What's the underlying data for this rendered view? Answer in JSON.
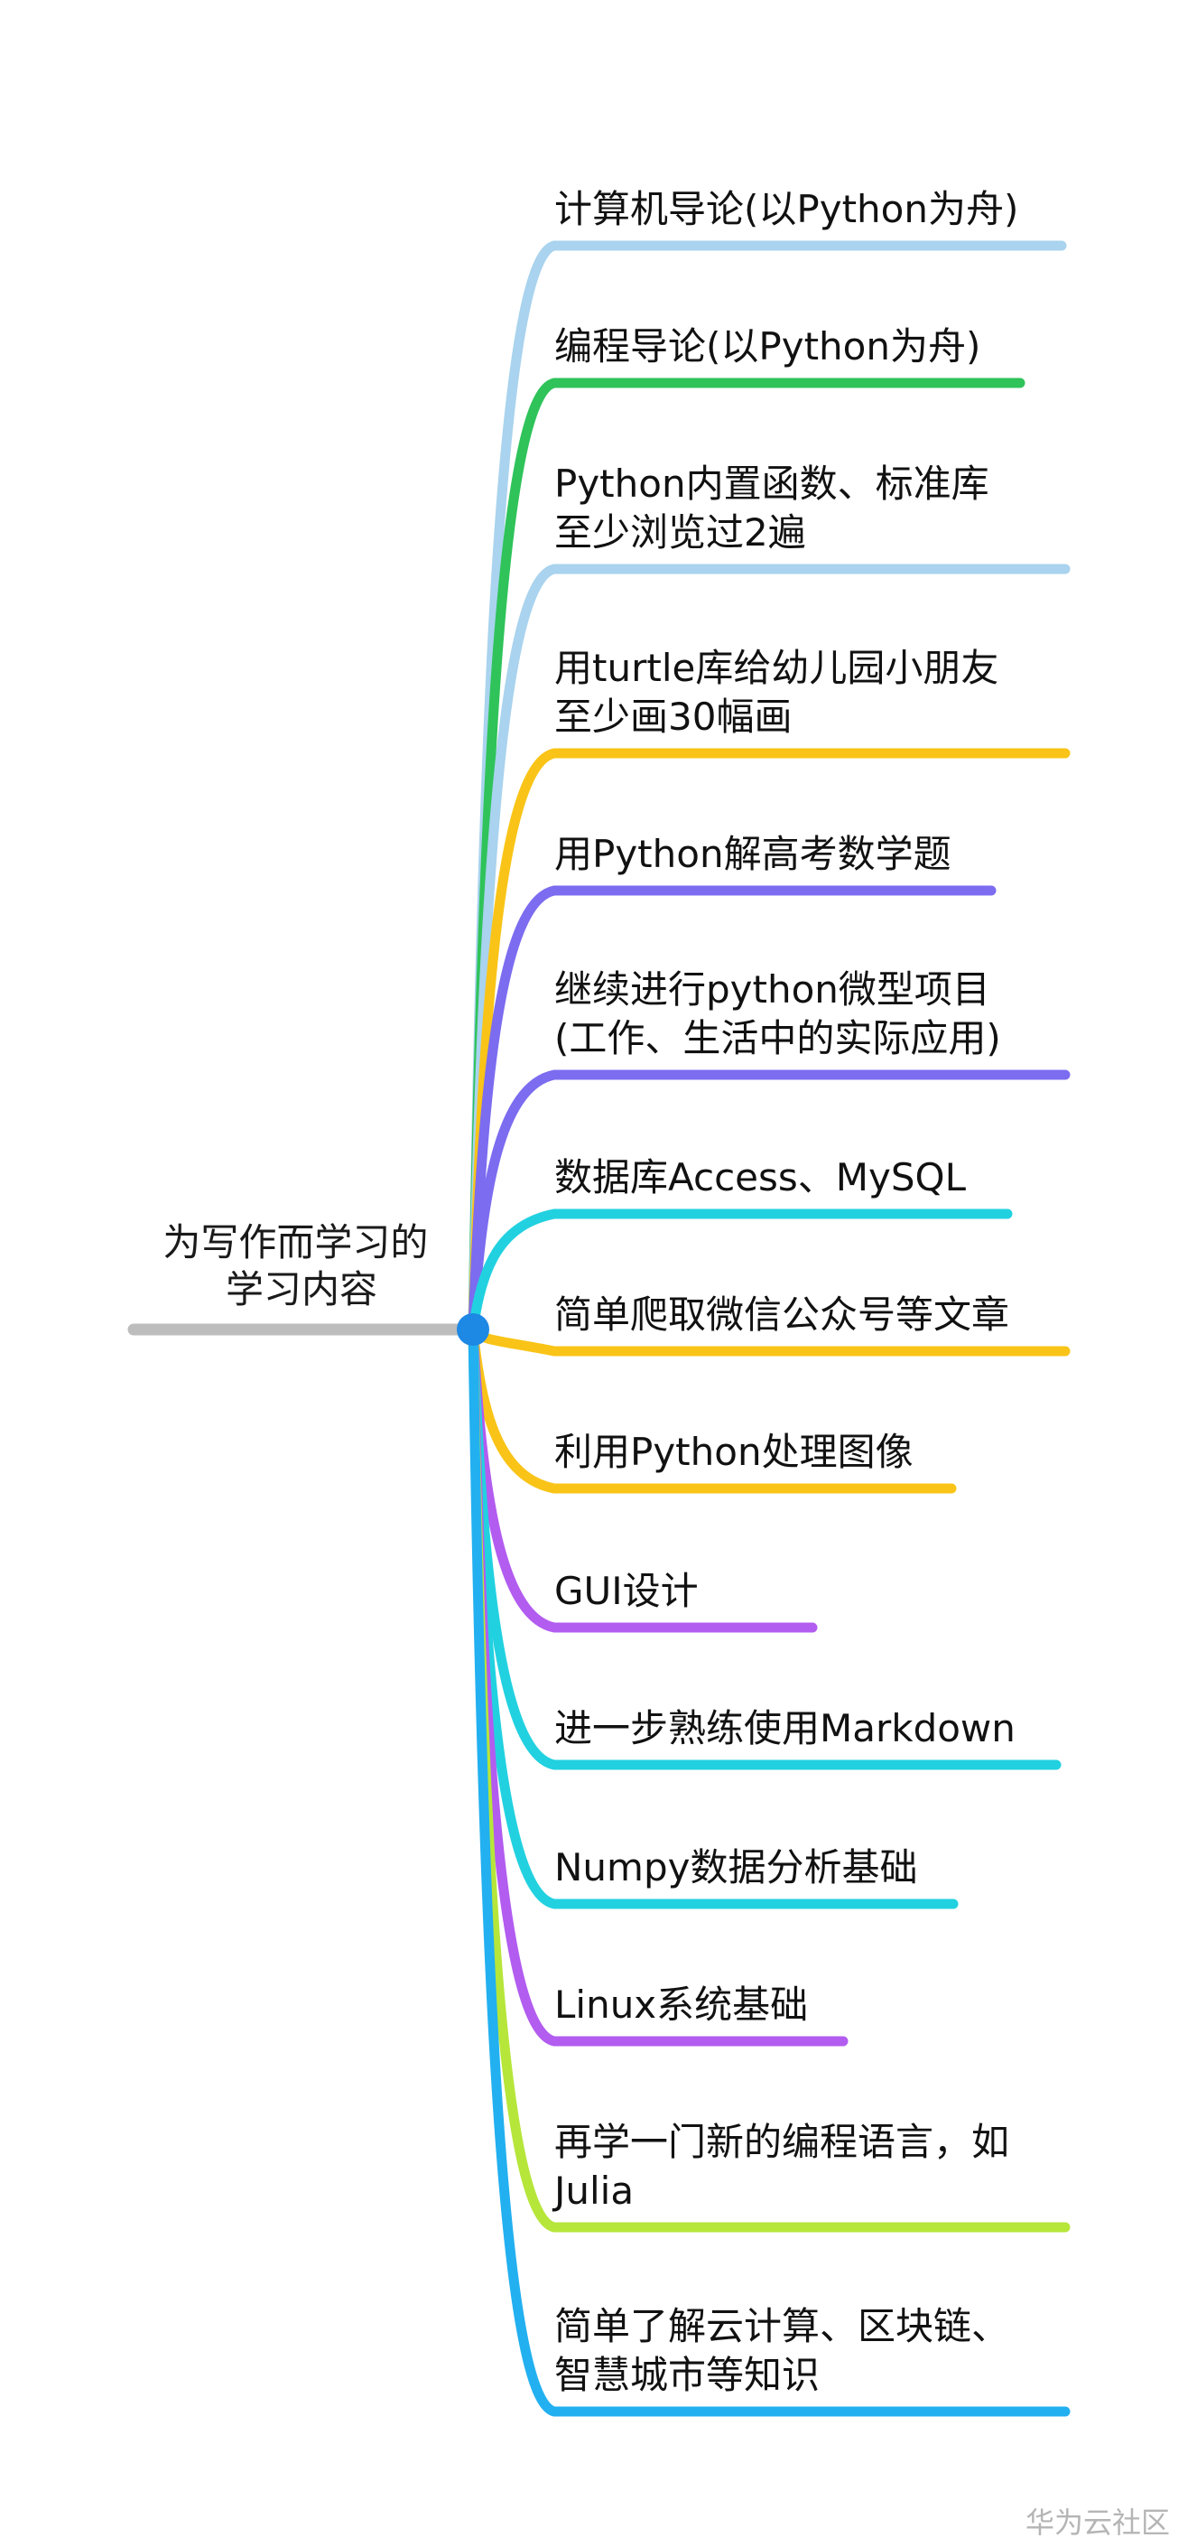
{
  "root": {
    "lines": [
      "为写作而学习的",
      "学习内容"
    ],
    "line_color": "#bdbdbd",
    "node_color": "#1e88e5"
  },
  "branches": [
    {
      "lines": [
        "计算机导论(以Python为舟)"
      ],
      "color": "#a9d3ee"
    },
    {
      "lines": [
        "编程导论(以Python为舟)"
      ],
      "color": "#2fc35a"
    },
    {
      "lines": [
        "Python内置函数、标准库",
        "至少浏览过2遍"
      ],
      "color": "#a9d3ee"
    },
    {
      "lines": [
        "用turtle库给幼儿园小朋友",
        "至少画30幅画"
      ],
      "color": "#f9c417"
    },
    {
      "lines": [
        "用Python解高考数学题"
      ],
      "color": "#7c6cf0"
    },
    {
      "lines": [
        "继续进行python微型项目",
        "(工作、生活中的实际应用)"
      ],
      "color": "#7c6cf0"
    },
    {
      "lines": [
        "数据库Access、MySQL"
      ],
      "color": "#22d1e0"
    },
    {
      "lines": [
        "简单爬取微信公众号等文章"
      ],
      "color": "#f9c417"
    },
    {
      "lines": [
        "利用Python处理图像"
      ],
      "color": "#f9c417"
    },
    {
      "lines": [
        "GUI设计"
      ],
      "color": "#b25cf0"
    },
    {
      "lines": [
        "进一步熟练使用Markdown"
      ],
      "color": "#22d1e0"
    },
    {
      "lines": [
        "Numpy数据分析基础"
      ],
      "color": "#22d1e0"
    },
    {
      "lines": [
        "Linux系统基础"
      ],
      "color": "#b25cf0"
    },
    {
      "lines": [
        "再学一门新的编程语言，如",
        "Julia"
      ],
      "color": "#b6e63a"
    },
    {
      "lines": [
        "简单了解云计算、区块链、",
        "智慧城市等知识"
      ],
      "color": "#22b0f0"
    }
  ],
  "watermark": "华为云社区"
}
